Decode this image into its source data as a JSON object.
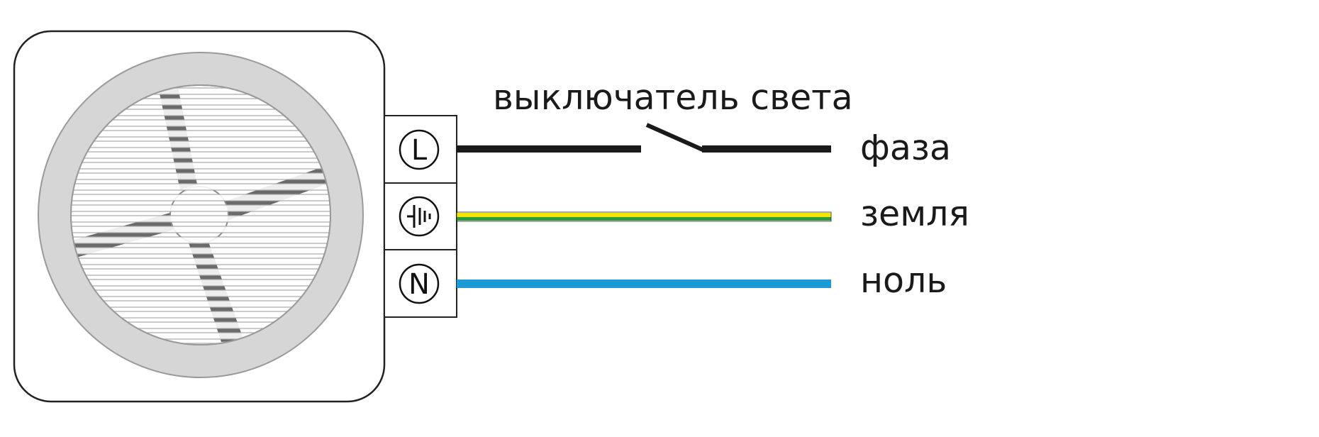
{
  "diagram": {
    "switch_label": "выключатель света",
    "terminals": [
      {
        "id": "L",
        "symbol": "L"
      },
      {
        "id": "PE",
        "symbol": "ground-icon"
      },
      {
        "id": "N",
        "symbol": "N"
      }
    ],
    "wires": [
      {
        "id": "phase",
        "label": "фаза",
        "color": "#1a1a1a"
      },
      {
        "id": "earth",
        "label": "земля",
        "colors": [
          "#f2e600",
          "#2e9a3a"
        ]
      },
      {
        "id": "neutral",
        "label": "ноль",
        "color": "#1e9ad6"
      }
    ]
  }
}
